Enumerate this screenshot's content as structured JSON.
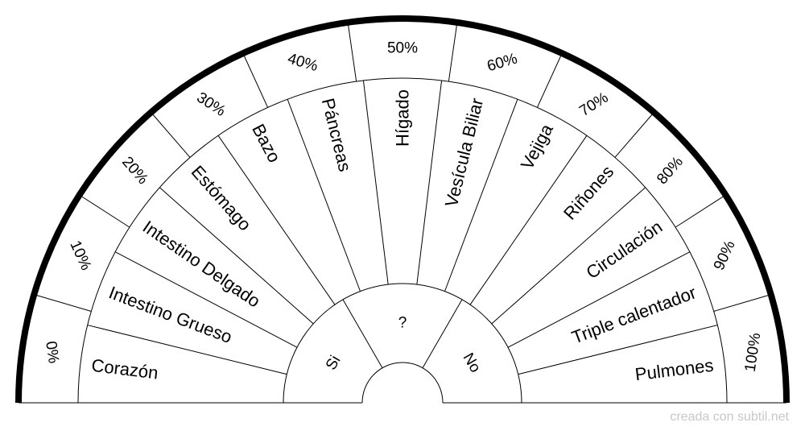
{
  "percentages": [
    "0%",
    "10%",
    "20%",
    "30%",
    "40%",
    "50%",
    "60%",
    "70%",
    "80%",
    "90%",
    "100%"
  ],
  "organs": [
    "Corazón",
    "Intestino Grueso",
    "Intestino Delgado",
    "Estómago",
    "Bazo",
    "Páncreas",
    "Hígado",
    "Vesícula Biliar",
    "Vejiga",
    "Riñones",
    "Circulación",
    "Triple calentador",
    "Pulmones"
  ],
  "answers": [
    "Si",
    "?",
    "No"
  ],
  "credit": "creada con subtil.net",
  "colors": {
    "line": "#000000",
    "background": "#ffffff",
    "credit": "#c8c8c8"
  }
}
